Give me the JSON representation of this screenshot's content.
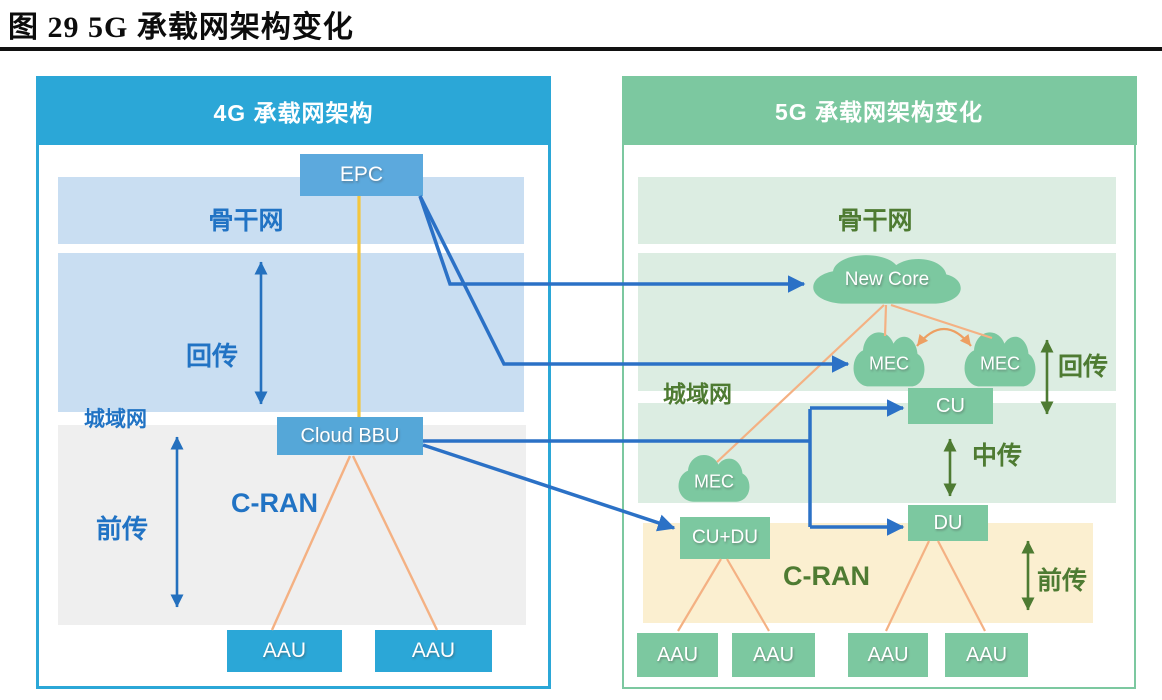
{
  "figure": {
    "title": "图 29 5G 承载网架构变化"
  },
  "colors": {
    "accent_blue": "#2BA7D7",
    "accent_green": "#7CC8A0",
    "band_blue": "#C9DEF2",
    "band_green": "#DCEDE2",
    "band_gray": "#EFEFEF",
    "band_cream": "#FBEFD0",
    "label_blue": "#2173C4",
    "label_green": "#4E7B32",
    "connector_blue": "#2B71C6",
    "connector_orange": "#F4B183",
    "connector_gold": "#F3C63F"
  },
  "panel_4g": {
    "title": "4G 承载网架构",
    "backbone_label": "骨干网",
    "backhaul_label": "回传",
    "metro_label": "城域网",
    "fronthaul_label": "前传",
    "cran_label": "C-RAN",
    "nodes": {
      "epc": "EPC",
      "cloud_bbu": "Cloud BBU",
      "aau_1": "AAU",
      "aau_2": "AAU"
    }
  },
  "panel_5g": {
    "title": "5G 承载网架构变化",
    "backbone_label": "骨干网",
    "metro_label": "城域网",
    "backhaul_label": "回传",
    "midhaul_label": "中传",
    "fronthaul_label": "前传",
    "cran_label": "C-RAN",
    "nodes": {
      "new_core": "New Core",
      "mec_metro_1": "MEC",
      "mec_metro_2": "MEC",
      "mec_edge": "MEC",
      "cu": "CU",
      "du": "DU",
      "cu_du": "CU+DU",
      "aau_1": "AAU",
      "aau_2": "AAU",
      "aau_3": "AAU",
      "aau_4": "AAU"
    }
  }
}
